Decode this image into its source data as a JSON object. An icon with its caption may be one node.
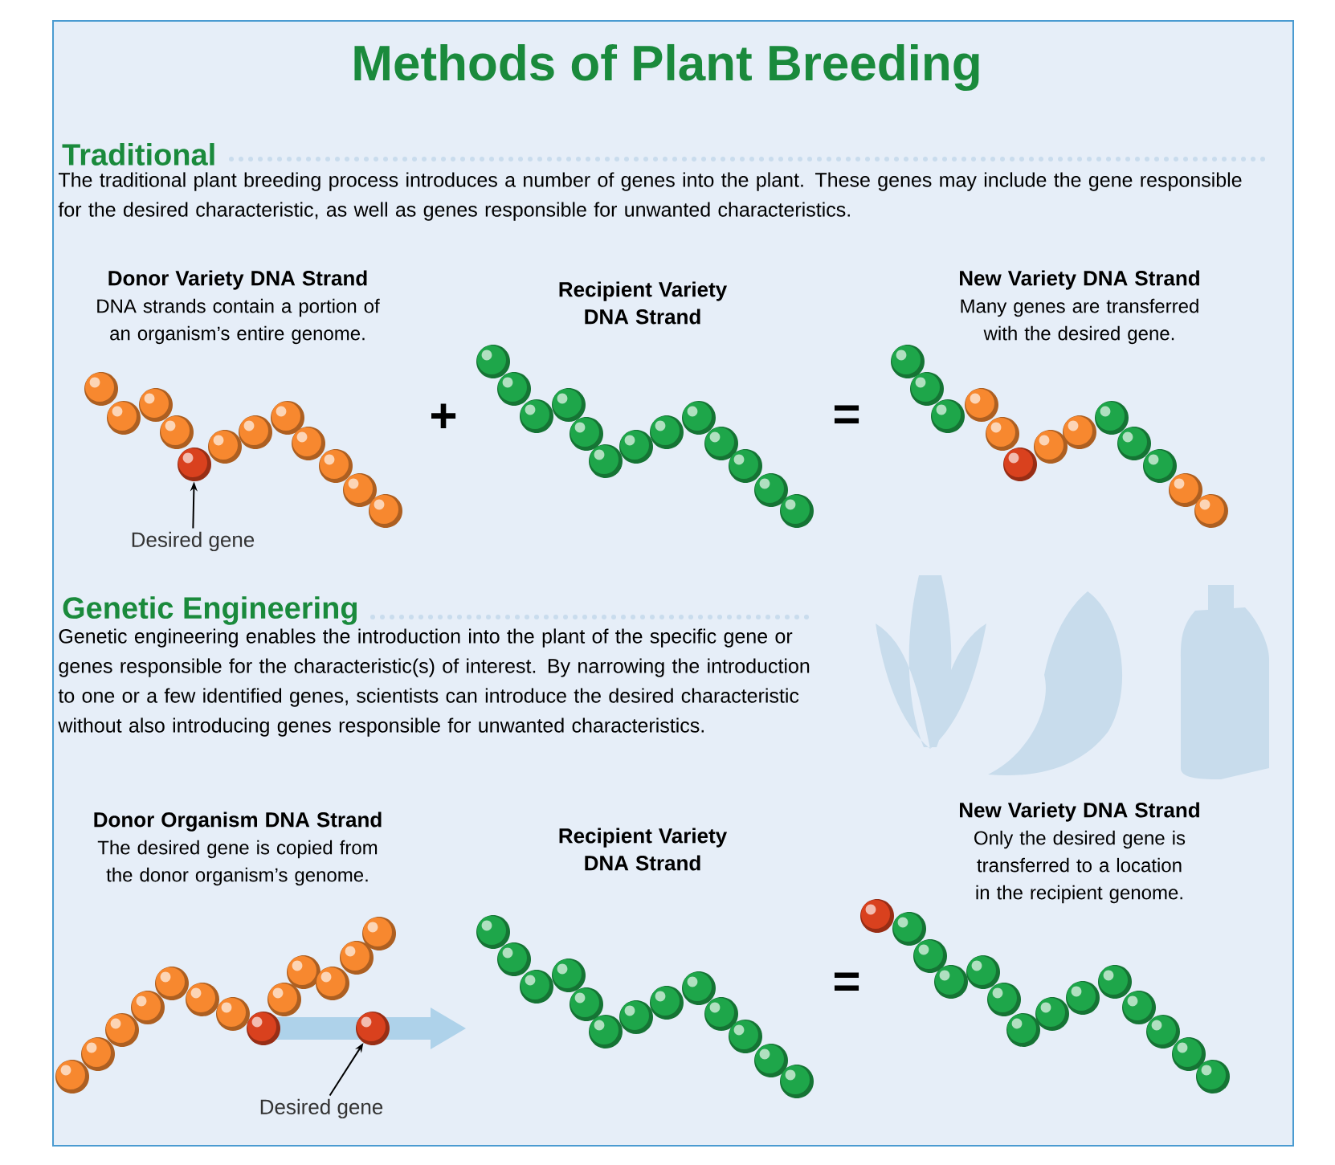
{
  "diagram": {
    "title": "Methods of Plant Breeding",
    "nodes": [
      {
        "text": [
          "Donor Variety DNA Strand",
          "DNA strands contain a portion of an organism’s entire genome."
        ]
      },
      {
        "text": [
          "Recipient Variety DNA Strand"
        ]
      },
      {
        "text": [
          "New Variety DNA Strand",
          "Many genes are transferred with the desired gene."
        ]
      },
      {
        "text": [
          "Desired gene"
        ]
      },
      {
        "text": [],
        "shape": "circle"
      },
      {
        "text": [
          "Donor Organism DNA Strand",
          "The desired gene is copied from the donor organism’s genome."
        ]
      },
      {
        "text": [
          "Recipient Variety DNA Strand"
        ]
      },
      {
        "text": [
          "New Variety DNA Strand",
          "Only the desired gene is transferred to a location in the recipient genome."
        ]
      },
      {
        "text": [
          "Desired gene"
        ]
      },
      {
        "text": [],
        "shape": "circle"
      }
    ],
    "edges": [
      {
        "from": 3,
        "to": 4,
        "arrow": "to"
      },
      {
        "from": 8,
        "to": 9,
        "arrow": "to"
      }
    ],
    "labels": [
      "Traditional",
      "The traditional plant breeding process introduces a number of genes into the plant. These genes may include the gene responsible for the desired characteristic, as well as genes responsible for unwanted characteristics.",
      "+",
      "=",
      "Genetic Engineering",
      "Genetic engineering enables the introduction into the plant of the specific gene or genes responsible for the characteristic(s) of interest. By narrowing the introduction to one or a few identified genes, scientists can introduce the desired characteristic without also introducing genes responsible for unwanted characteristics.",
      "="
    ]
  }
}
